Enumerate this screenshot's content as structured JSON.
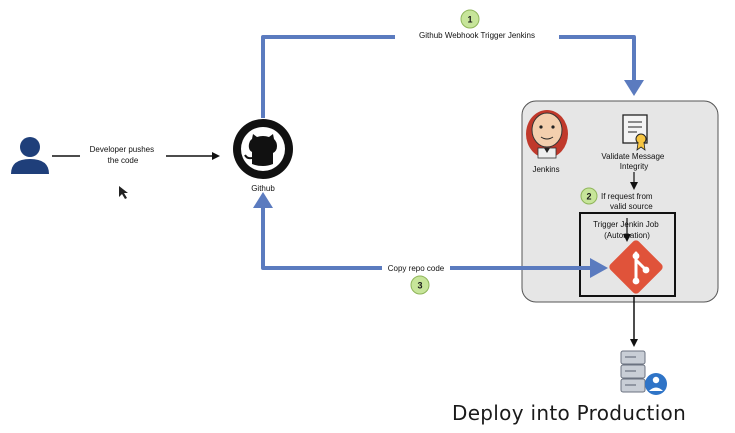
{
  "diagram": {
    "edges": {
      "developer_to_github": "Developer pushes\nthe code",
      "webhook": "Github Webhook Trigger Jenkins",
      "copy_repo": "Copy repo code",
      "valid_source": "If request from\nvalid source"
    },
    "nodes": {
      "github": "Github",
      "jenkins": "Jenkins",
      "validate": "Validate Message\nIntegrity",
      "trigger_job": "Trigger  Jenkin Job\n(Automation)",
      "deploy": "Deploy into Production"
    },
    "steps": [
      "1",
      "2",
      "3"
    ],
    "icons": {
      "developer": "user-icon",
      "github": "github-octocat-icon",
      "jenkins": "jenkins-butler-icon",
      "validate": "certificate-icon",
      "git": "git-logo-icon",
      "server": "server-user-icon"
    },
    "colors": {
      "flow_arrow": "#5b7bbf",
      "step_badge": "#c7e59a",
      "jenkins_panel": "#e6e6e6",
      "git": "#e0533a",
      "user": "#1f3f7a"
    }
  }
}
